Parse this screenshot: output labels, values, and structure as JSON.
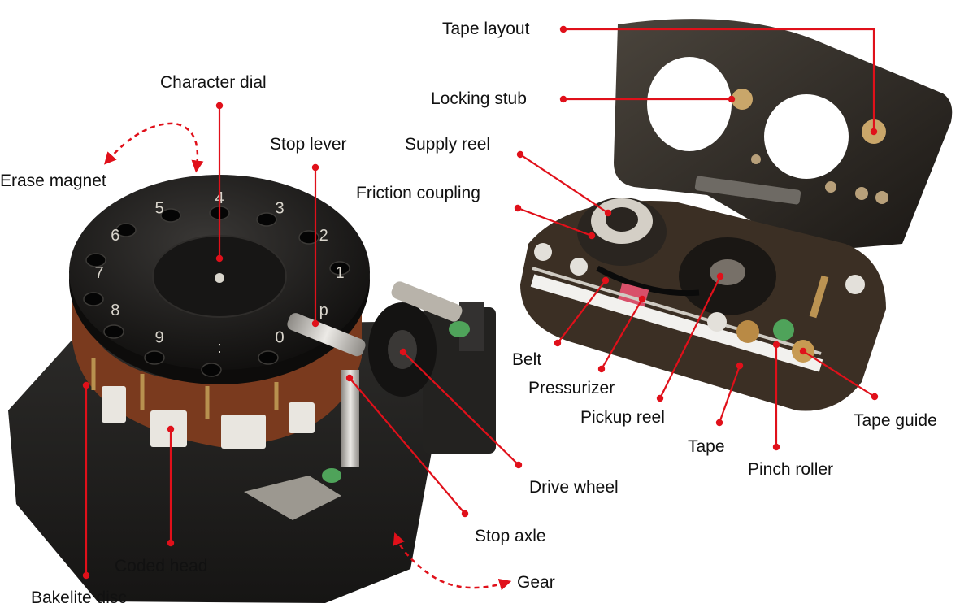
{
  "colors": {
    "leader": "#e0101a",
    "dark_metal": "#1e1c1a",
    "bakelite": "#7a3a1e",
    "brass": "#a07838",
    "steel": "#c9c6c0",
    "background": "#ffffff"
  },
  "labels": {
    "tape_layout": "Tape layout",
    "character_dial": "Character dial",
    "locking_stub": "Locking stub",
    "stop_lever": "Stop lever",
    "supply_reel": "Supply reel",
    "erase_magnet": "Erase magnet",
    "friction_coupling": "Friction coupling",
    "belt": "Belt",
    "pressurizer": "Pressurizer",
    "pickup_reel": "Pickup reel",
    "tape_guide": "Tape guide",
    "tape": "Tape",
    "drive_wheel": "Drive wheel",
    "pinch_roller": "Pinch roller",
    "stop_axle": "Stop axle",
    "coded_head": "Coded head",
    "gear": "Gear",
    "bakelite_disc": "Bakelite disc"
  },
  "dial_characters": [
    "4",
    "3",
    "2",
    "1",
    "p",
    "0",
    ":",
    "9",
    "8",
    "7",
    "6",
    "5"
  ]
}
